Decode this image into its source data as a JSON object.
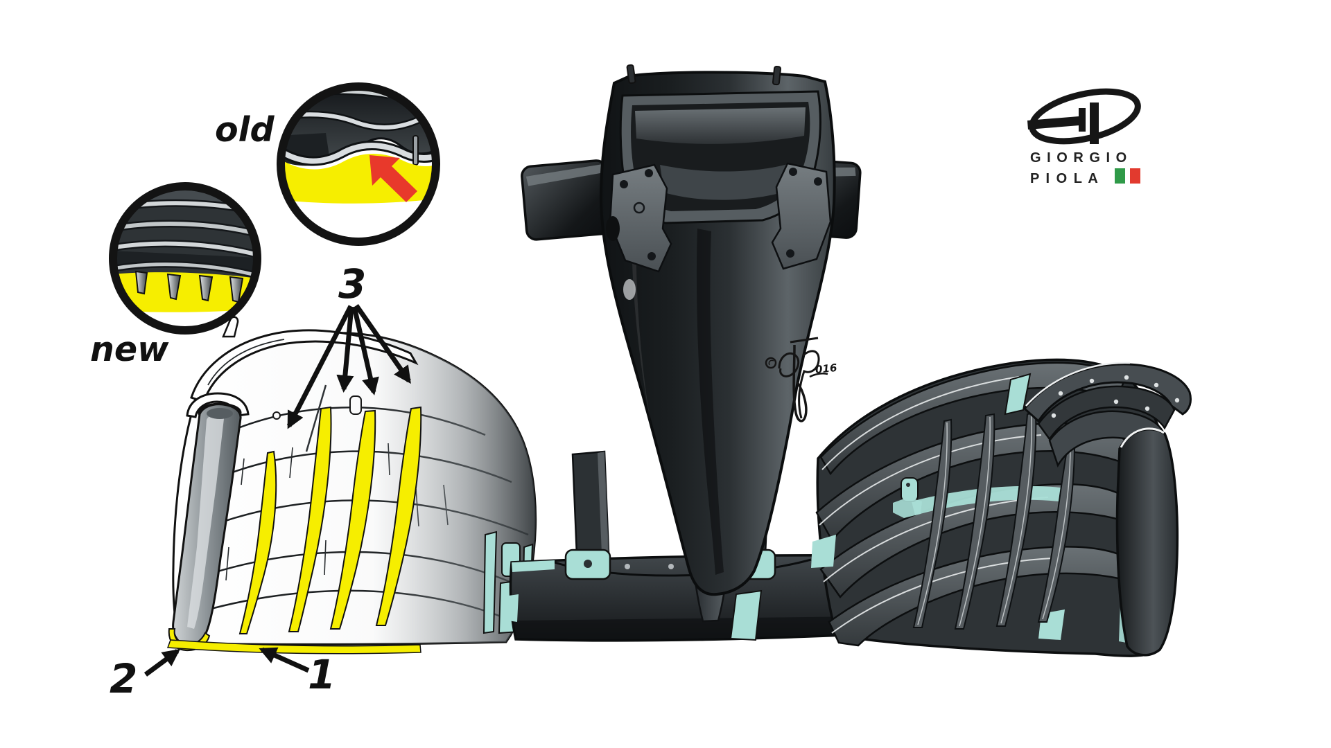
{
  "page": {
    "title": "F1 front wing development illustration",
    "background": "#FFFFFF"
  },
  "labels": {
    "old": "old",
    "new": "new",
    "callout_3": "3",
    "callout_2": "2",
    "callout_1": "1"
  },
  "logo": {
    "monogram": "GP",
    "line1": "G I O R G I O",
    "line2": "P I O L A",
    "flag_green": "#2F9A48",
    "flag_red": "#E23A2E"
  },
  "signature": {
    "symbol": "©",
    "year": "016"
  },
  "colors": {
    "highlight_yellow": "#F6EE00",
    "accent_teal": "#A9DED6",
    "arrow_red": "#E8392B",
    "ink": "#111111",
    "carbon_dark": "#23272A",
    "carbon_mid": "#4A5054",
    "carbon_light": "#9AA1A5",
    "background": "#FFFFFF"
  },
  "diagram": {
    "insets": [
      {
        "label": "old",
        "content": "previous front wing section, red arrow marks underside area highlighted yellow"
      },
      {
        "label": "new",
        "content": "revised front wing section with small under-strakes on yellow footplate"
      }
    ],
    "callouts": [
      {
        "id": "3",
        "target": "four yellow vertical strakes on the left flap stack"
      },
      {
        "id": "2",
        "target": "endplate foot"
      },
      {
        "id": "1",
        "target": "yellow underside edge of the flaps"
      }
    ]
  }
}
